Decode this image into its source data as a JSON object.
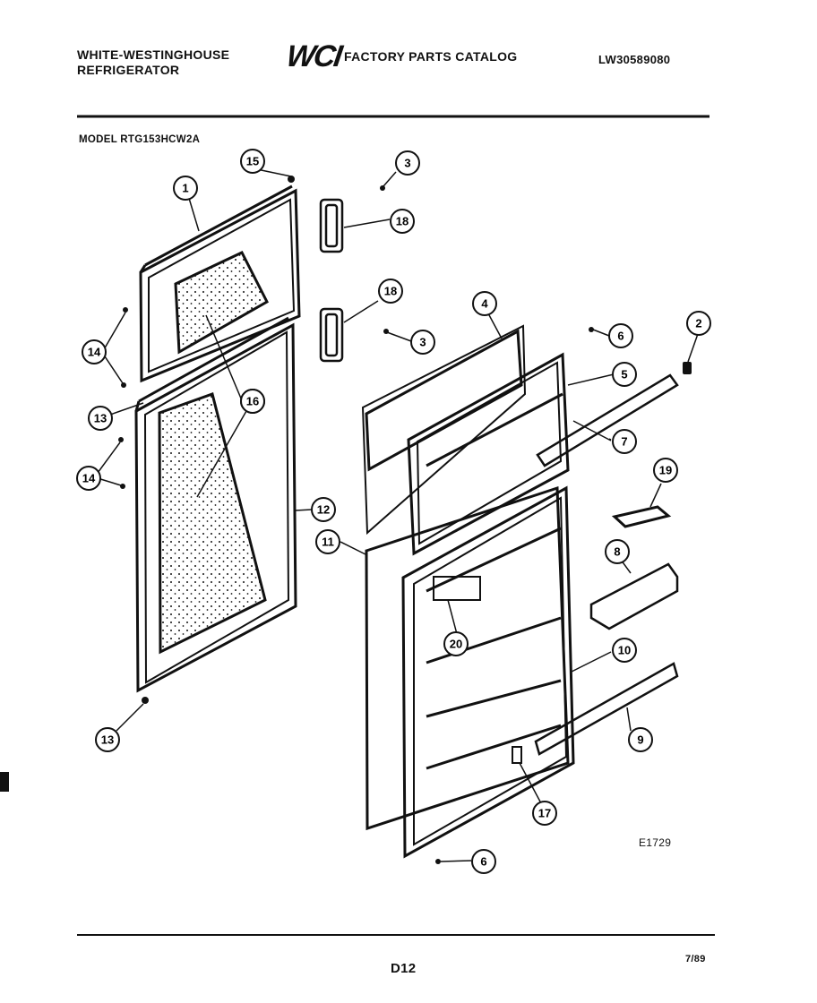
{
  "header": {
    "manufacturer_line1": "WHITE-WESTINGHOUSE",
    "manufacturer_line2": "REFRIGERATOR",
    "logo_text": "WCI",
    "catalog_title": "FACTORY PARTS CATALOG",
    "catalog_number": "LW30589080",
    "model_label": "MODEL RTG153HCW2A"
  },
  "footer": {
    "drawing_code": "E1729",
    "page": "D12",
    "date": "7/89"
  },
  "callouts": [
    "15",
    "3",
    "1",
    "18",
    "18",
    "14",
    "16",
    "3",
    "4",
    "6",
    "2",
    "5",
    "13",
    "16",
    "7",
    "14",
    "12",
    "19",
    "11",
    "8",
    "20",
    "10",
    "13",
    "9",
    "17",
    "6"
  ]
}
